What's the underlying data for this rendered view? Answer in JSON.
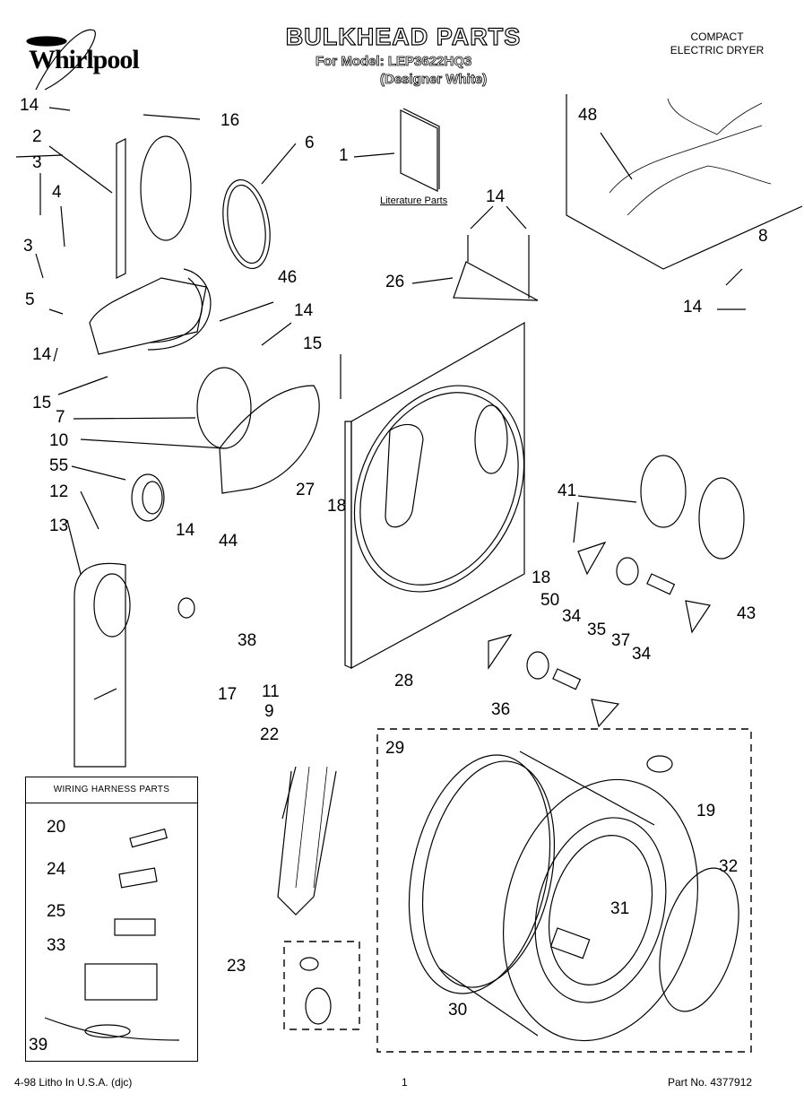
{
  "header": {
    "brand": "Whirlpool",
    "title": "BULKHEAD PARTS",
    "model_line": "For Model: LEP3622HQ3",
    "variant_line": "(Designer White)",
    "category_line1": "COMPACT",
    "category_line2": "ELECTRIC DRYER"
  },
  "literature": {
    "label": "Literature Parts"
  },
  "harness_box": {
    "title": "WIRING HARNESS PARTS"
  },
  "callouts": {
    "c1": "1",
    "c2": "2",
    "c3a": "3",
    "c3b": "3",
    "c4": "4",
    "c5": "5",
    "c6": "6",
    "c7": "7",
    "c8": "8",
    "c9": "9",
    "c10": "10",
    "c11": "11",
    "c12": "12",
    "c13": "13",
    "c14a": "14",
    "c14b": "14",
    "c14c": "14",
    "c14d": "14",
    "c14e": "14",
    "c14f": "14",
    "c15a": "15",
    "c15b": "15",
    "c16": "16",
    "c17": "17",
    "c18a": "18",
    "c18b": "18",
    "c19": "19",
    "c20": "20",
    "c22": "22",
    "c23": "23",
    "c24": "24",
    "c25": "25",
    "c26": "26",
    "c27": "27",
    "c28": "28",
    "c29": "29",
    "c30": "30",
    "c31": "31",
    "c32": "32",
    "c33": "33",
    "c34a": "34",
    "c34b": "34",
    "c35": "35",
    "c36": "36",
    "c37": "37",
    "c38": "38",
    "c39": "39",
    "c41": "41",
    "c43": "43",
    "c44": "44",
    "c46": "46",
    "c48": "48",
    "c50": "50",
    "c55": "55"
  },
  "footer": {
    "left": "4-98 Litho In U.S.A. (djc)",
    "page": "1",
    "part_no": "Part No. 4377912"
  }
}
